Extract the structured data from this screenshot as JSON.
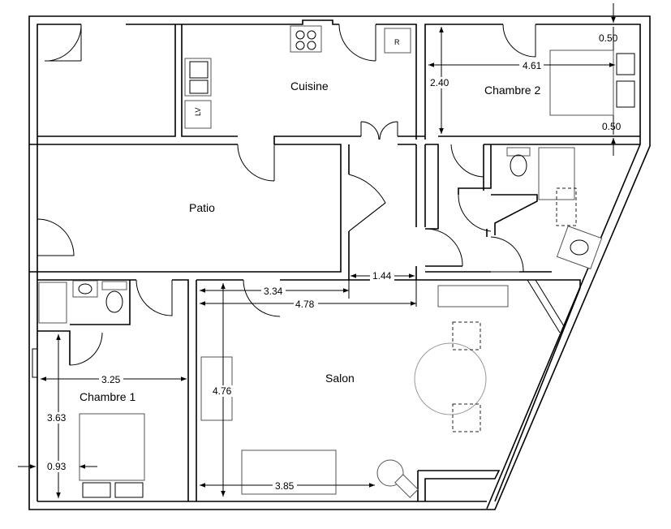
{
  "rooms": {
    "cuisine": "Cuisine",
    "chambre2": "Chambre 2",
    "patio": "Patio",
    "chambre1": "Chambre 1",
    "salon": "Salon"
  },
  "appliances": {
    "fridge": "R",
    "washer": "LV"
  },
  "dimensions": {
    "chambre2_width": "4.61",
    "chambre2_depth": "2.40",
    "chambre2_top_clear": "0.50",
    "chambre2_bottom_clear": "0.50",
    "passage_width": "1.44",
    "salon_upper_width": "3.34",
    "salon_width": "4.78",
    "salon_depth": "4.76",
    "salon_lower_width": "3.85",
    "chambre1_width": "3.25",
    "chambre1_depth": "3.63",
    "chambre1_bed_clear": "0.93"
  }
}
